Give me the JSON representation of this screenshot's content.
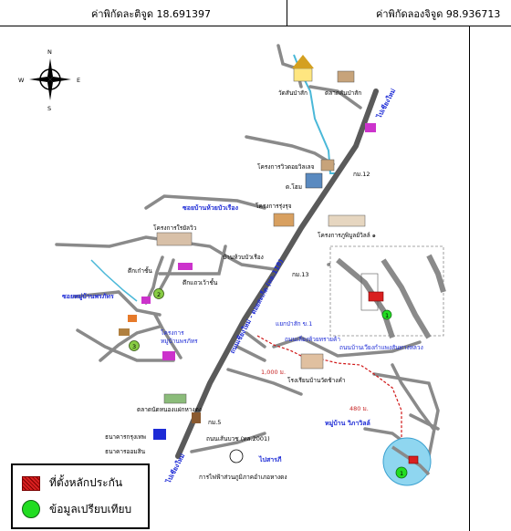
{
  "header": {
    "latitude": "ค่าพิกัดละติจูด 18.691397",
    "longitude": "ค่าพิกัดลองจิจูด 98.936713"
  },
  "compass": {
    "n": "N",
    "s": "S",
    "e": "E",
    "w": "W"
  },
  "roads": {
    "main_highway": "ถนนเชียงใหม่ - ดอยสะเก็ด (ทล.118)",
    "to_chiangmai_top": "ไปเชียงใหม่",
    "to_chiangmai_bottom": "ไปเชียงใหม่",
    "to_sansai": "ไปสารภี",
    "side_road_2001": "ถนนเส้นบวช (ทล.2001)",
    "soi_buarueang": "ซอยบ้านห้วยบัวเรือง",
    "soi_mooban": "ซอยหมู่บ้านพรภัทร",
    "road_sanpatong": "ถนนบ้านเวียงกำแพงสันทางหลวง",
    "road_sanpatong2": "ถนนเลี่ยงห้วยทรายค้า"
  },
  "places": {
    "wat": "วัดสันป่าสัก",
    "market_top": "ตลาดสันป่าสัก",
    "project_top": "โครงการวิวดอยวิลเลจ",
    "km12": "กม.12",
    "d_home": "ด.โฮม",
    "project_rungruang": "โครงการรุ่งรุจ",
    "project_golden": "โครงการภูพิบูลย์วิลล์ ๑",
    "project_sai": "โครงการใรยัลวิว",
    "ban_buarueang": "บ้านห้วบบัวเรือง",
    "km13": "กม.13",
    "tukheatchan": "ตึกเก๋าชั้น",
    "tukhaochan2": "ตึกแถวเว้าชั้น",
    "project_bottom_1": "โครงการ",
    "project_bottom_2": "หมู่บ้านพรภัทร",
    "intersection_label": "แยกป่าสัก ข.1",
    "school": "โรงเรียนบ้านวัดช้างคำ",
    "distance_1": "1,000 ม.",
    "distance_2": "480 ม.",
    "target_village": "หมู่บ้าน วิภาวิลล์",
    "market_bottom": "ตลาดนัดหนองแฝกหางดง",
    "km_bottom": "กม.5",
    "bank_bangkok": "ธนาคารกรุงเทพ",
    "bank_gsb": "ธนาคารออมสิน",
    "electricity": "การไฟฟ้าส่วนภูมิภาคอำเภอหางดง"
  },
  "markers": {
    "m1": "1",
    "m2": "2",
    "m3": "3",
    "m_inset": "1",
    "m_target": "1"
  },
  "legend": {
    "hatched_label": "ที่ตั้งหลักประกัน",
    "dot_label": "ข้อมูลเปรียบเทียบ",
    "hatch_color": "#d92020",
    "dot_color": "#22dd22"
  },
  "colors": {
    "road": "#8a8a8a",
    "highway": "#5a5a5a",
    "river": "#4ab8d8",
    "route": "#d01818",
    "building": "#cc33cc",
    "label_blue": "#1d2bd6"
  }
}
